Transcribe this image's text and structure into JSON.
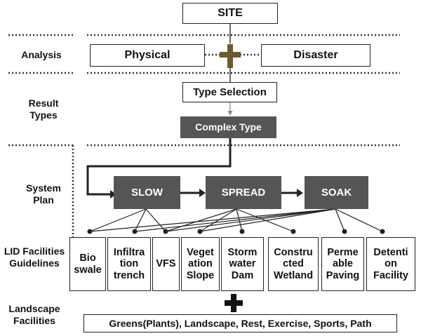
{
  "site": "SITE",
  "labels": {
    "analysis": "Analysis",
    "result_types": "Result Types",
    "system_plan": "System Plan",
    "lid_guidelines": "LID Facilities Guidelines",
    "landscape_facilities": "Landscape Facilities"
  },
  "analysis": {
    "left": "Physical",
    "right": "Disaster"
  },
  "type_selection": "Type Selection",
  "complex_type": "Complex Type",
  "system": {
    "slow": "SLOW",
    "spread": "SPREAD",
    "soak": "SOAK"
  },
  "lid_facilities": [
    "Bio swale",
    "Infiltra tion trench",
    "VFS",
    "Veget ation Slope",
    "Storm water Dam",
    "Constru cted Wetland",
    "Perme able Paving",
    "Detenti on Facility"
  ],
  "landscape": "Greens(Plants), Landscape, Rest, Exercise, Sports, Path",
  "colors": {
    "dark_box": "#555555",
    "plus": "#6b5a2e",
    "line": "#222222"
  }
}
